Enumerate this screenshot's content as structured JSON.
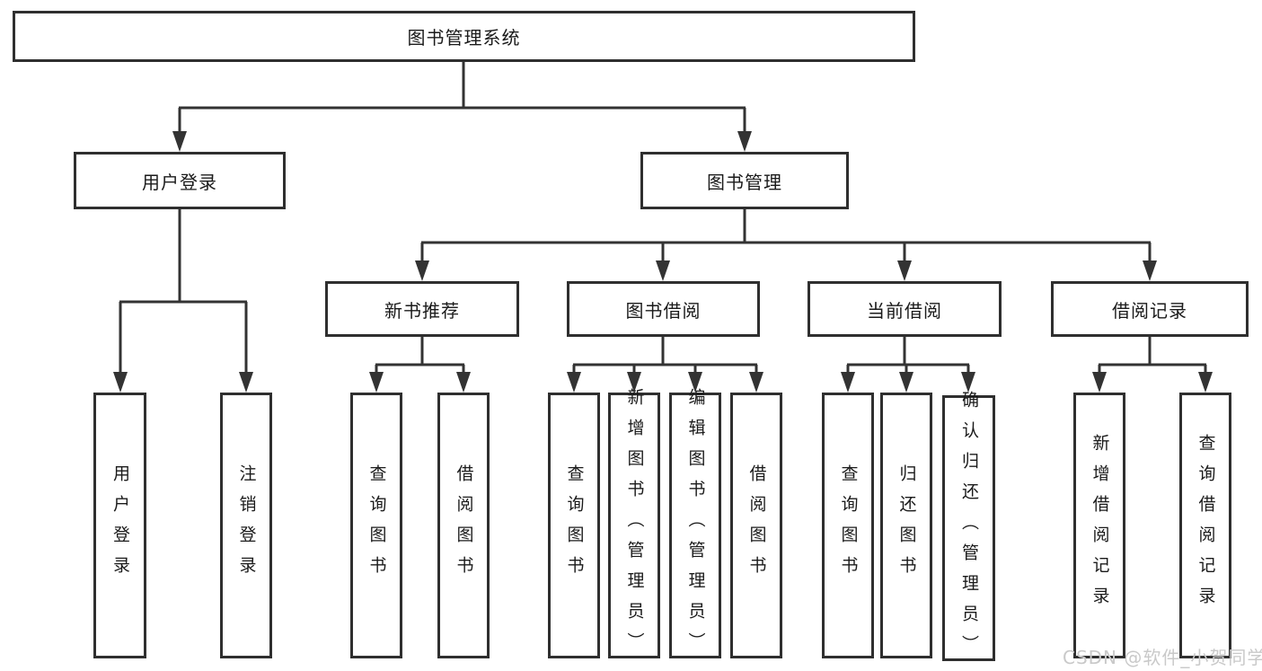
{
  "diagram": {
    "root": "图书管理系统",
    "level2": {
      "user_login": "用户登录",
      "book_management": "图书管理"
    },
    "level3": {
      "new_book_recommend": "新书推荐",
      "book_borrowing": "图书借阅",
      "current_borrowing": "当前借阅",
      "borrowing_records": "借阅记录"
    },
    "leaves": {
      "user_login": [
        "用户登录",
        "注销登录"
      ],
      "new_book_recommend": [
        "查询图书",
        "借阅图书"
      ],
      "book_borrowing": [
        "查询图书",
        "新增图书（管理员）",
        "编辑图书（管理员）",
        "借阅图书"
      ],
      "current_borrowing": [
        "查询图书",
        "归还图书",
        "确认归还（管理员）"
      ],
      "borrowing_records": [
        "新增借阅记录",
        "查询借阅记录"
      ]
    }
  },
  "watermark": {
    "text": "CSDN @软件_小贺同学",
    "color": "#c9c9c9"
  },
  "colors": {
    "line": "#333333",
    "box_border": "#2f2f2f",
    "box_background": "#ffffff",
    "text": "#1a1a1a"
  }
}
